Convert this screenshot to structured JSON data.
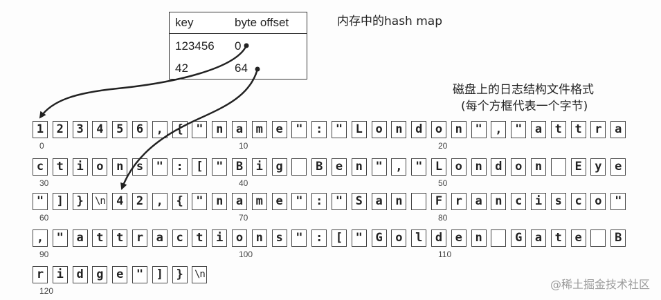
{
  "hash_map": {
    "title": "内存中的hash map",
    "headers": {
      "key": "key",
      "offset": "byte offset"
    },
    "rows": [
      {
        "key": "123456",
        "offset": "0"
      },
      {
        "key": "42",
        "offset": "64"
      }
    ]
  },
  "log_caption": {
    "line1": "磁盘上的日志结构文件格式",
    "line2": "(每个方框代表一个字节)"
  },
  "log_rows": [
    {
      "offset_labels": [
        "0",
        "10",
        "20"
      ],
      "bytes": [
        "1",
        "2",
        "3",
        "4",
        "5",
        "6",
        ",",
        "{",
        "\"",
        "n",
        "a",
        "m",
        "e",
        "\"",
        ":",
        "\"",
        "L",
        "o",
        "n",
        "d",
        "o",
        "n",
        "\"",
        ",",
        "\"",
        "a",
        "t",
        "t",
        "r",
        "a"
      ]
    },
    {
      "offset_labels": [
        "30",
        "40",
        "50"
      ],
      "bytes": [
        "c",
        "t",
        "i",
        "o",
        "n",
        "s",
        "\"",
        ":",
        "[",
        "\"",
        "B",
        "i",
        "g",
        " ",
        "B",
        "e",
        "n",
        "\"",
        ",",
        "\"",
        "L",
        "o",
        "n",
        "d",
        "o",
        "n",
        " ",
        "E",
        "y",
        "e"
      ]
    },
    {
      "offset_labels": [
        "60",
        "70",
        "80"
      ],
      "bytes": [
        "\"",
        "]",
        "}",
        "\\n",
        "4",
        "2",
        ",",
        "{",
        "\"",
        "n",
        "a",
        "m",
        "e",
        "\"",
        ":",
        "\"",
        "S",
        "a",
        "n",
        " ",
        "F",
        "r",
        "a",
        "n",
        "c",
        "i",
        "s",
        "c",
        "o",
        "\""
      ]
    },
    {
      "offset_labels": [
        "90",
        "100",
        "110"
      ],
      "bytes": [
        ",",
        "\"",
        "a",
        "t",
        "t",
        "r",
        "a",
        "c",
        "t",
        "i",
        "o",
        "n",
        "s",
        "\"",
        ":",
        "[",
        "\"",
        "G",
        "o",
        "l",
        "d",
        "e",
        "n",
        " ",
        "G",
        "a",
        "t",
        "e",
        " ",
        "B"
      ]
    },
    {
      "offset_labels": [
        "120"
      ],
      "bytes": [
        "r",
        "i",
        "d",
        "g",
        "e",
        "\"",
        "]",
        "}",
        "\\n"
      ]
    }
  ],
  "watermark": "@稀土掘金技术社区"
}
